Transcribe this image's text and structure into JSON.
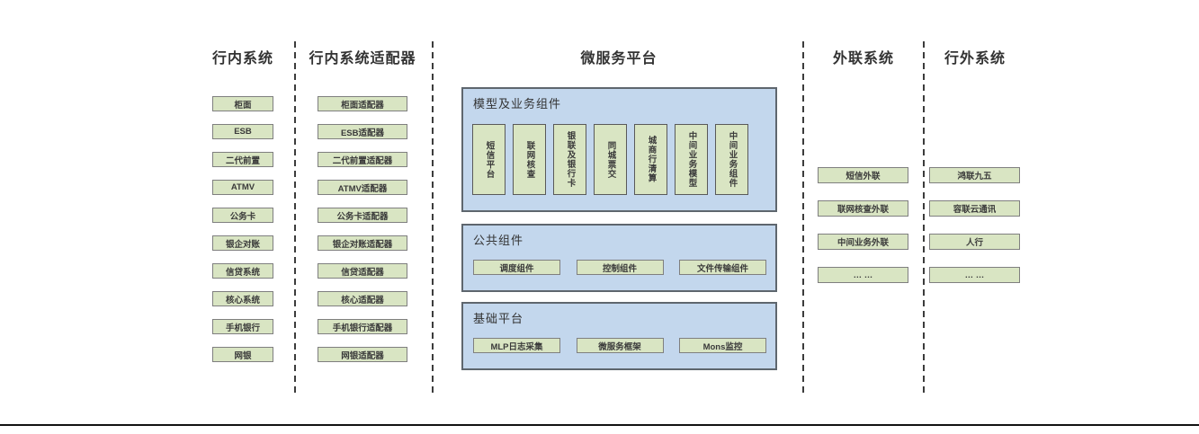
{
  "diagram": {
    "headers": {
      "internal_systems": "行内系统",
      "internal_adapters": "行内系统适配器",
      "microservice_platform": "微服务平台",
      "outreach_systems": "外联系统",
      "external_systems": "行外系统"
    },
    "internal_systems_items": [
      "柜面",
      "ESB",
      "二代前置",
      "ATMV",
      "公务卡",
      "银企对账",
      "信贷系统",
      "核心系统",
      "手机银行",
      "网银"
    ],
    "internal_adapter_items": [
      "柜面适配器",
      "ESB适配器",
      "二代前置适配器",
      "ATMV适配器",
      "公务卡适配器",
      "银企对账适配器",
      "信贷适配器",
      "核心适配器",
      "手机银行适配器",
      "网银适配器"
    ],
    "platform": {
      "model_group": {
        "title": "模型及业务组件",
        "items": [
          "短信平台",
          "联网核查",
          "银联及银行卡",
          "同城票交",
          "城商行清算",
          "中间业务模型",
          "中间业务组件"
        ]
      },
      "common_group": {
        "title": "公共组件",
        "items": [
          "调度组件",
          "控制组件",
          "文件传输组件"
        ]
      },
      "base_group": {
        "title": "基础平台",
        "items": [
          "MLP日志采集",
          "微服务框架",
          "Mons监控"
        ]
      }
    },
    "outreach_items": [
      "短信外联",
      "联网核查外联",
      "中间业务外联",
      "… …"
    ],
    "external_items": [
      "鸿联九五",
      "容联云通讯",
      "人行",
      "… …"
    ],
    "colors": {
      "green_fill": "#d9e5c3",
      "green_border": "#7f7f7f",
      "blue_fill": "#c3d7ed",
      "blue_border": "#5e666e",
      "text": "#3a3a3a"
    }
  }
}
